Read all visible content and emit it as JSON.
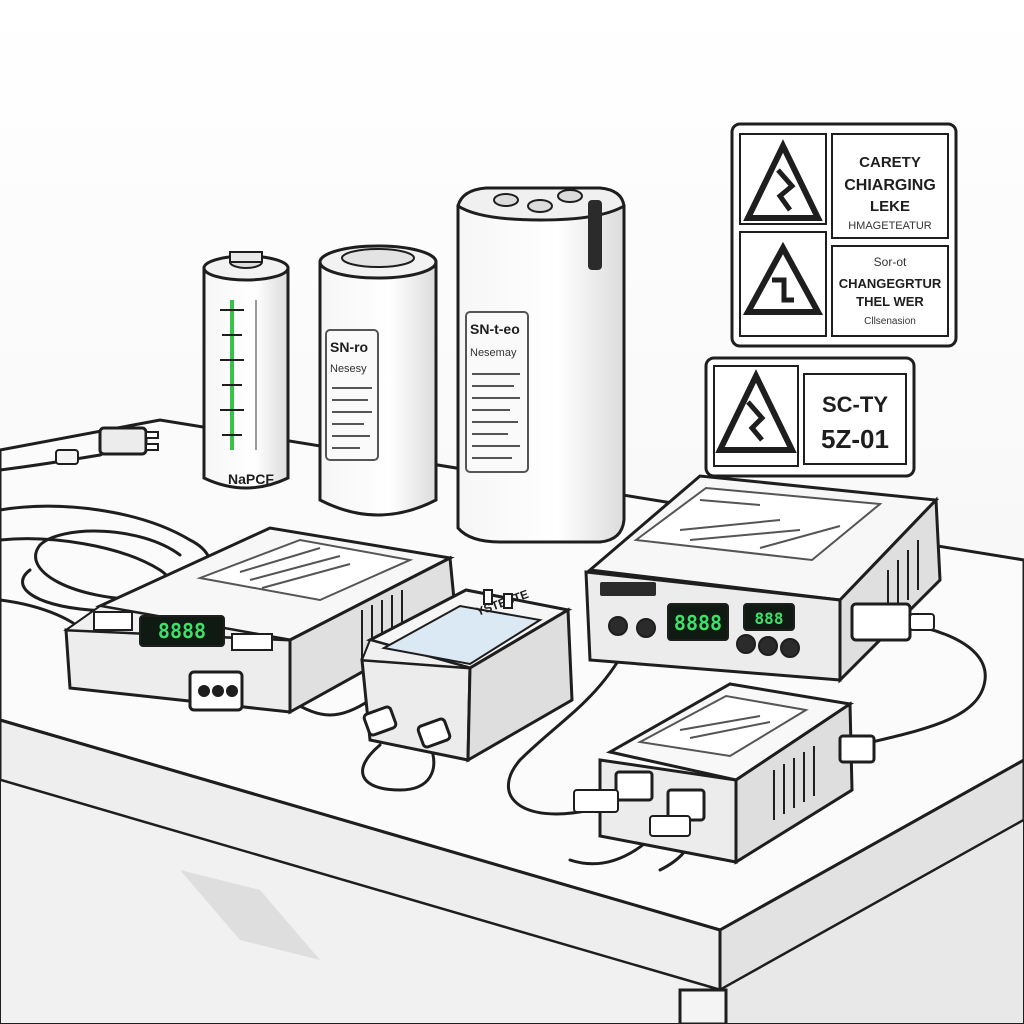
{
  "scene": {
    "colors": {
      "ink": "#1e1e1e",
      "paper": "#ffffff",
      "shade": "#e6e6e6",
      "lcd_bg": "#0f1a12",
      "lcd_green": "#3ee06a",
      "screen_blue": "#dbe9f5",
      "gauge_green": "#39c24a"
    }
  },
  "sign_top": {
    "icons": [
      "warning-triangle-icon",
      "warning-triangle-icon"
    ],
    "line1": "CARETY",
    "line2": "CHIARGING",
    "line3": "LEKE",
    "line4": "HMAGETEATUR",
    "line5": "Sor-ot",
    "line6": "CHANGEGRTUR",
    "line7": "THEL WER",
    "line8": "Cllsenasion"
  },
  "sign_small": {
    "icon": "warning-triangle-icon",
    "line1": "SC-TY",
    "line2": "5Z-01"
  },
  "batteries": {
    "b1": {
      "label": "NaPCF"
    },
    "b2": {
      "label": "SN-ro",
      "sub": "Nesesy"
    },
    "b3": {
      "label": "SN-t-eo",
      "sub": "Nesemay"
    }
  },
  "devices": {
    "charger_left": {
      "display": "8888"
    },
    "charger_right": {
      "display_main": "8888",
      "display_small": "888"
    },
    "adapter": {
      "label": "YSTESTE"
    }
  }
}
